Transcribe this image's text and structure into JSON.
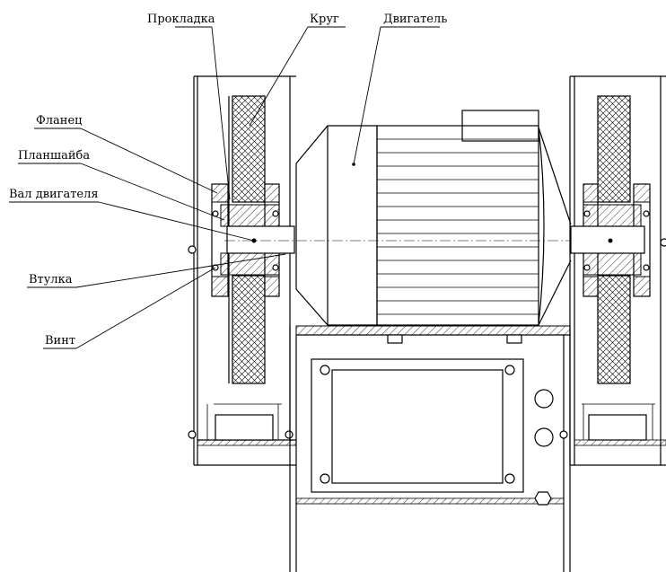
{
  "labels": {
    "gasket": "Прокладка",
    "wheel": "Круг",
    "motor": "Двигатель",
    "flange": "Фланец",
    "faceplate": "Планшайба",
    "motor_shaft": "Вал двигателя",
    "bushing": "Втулка",
    "screw": "Винт"
  },
  "colors": {
    "line": "#000000",
    "background": "#ffffff"
  }
}
